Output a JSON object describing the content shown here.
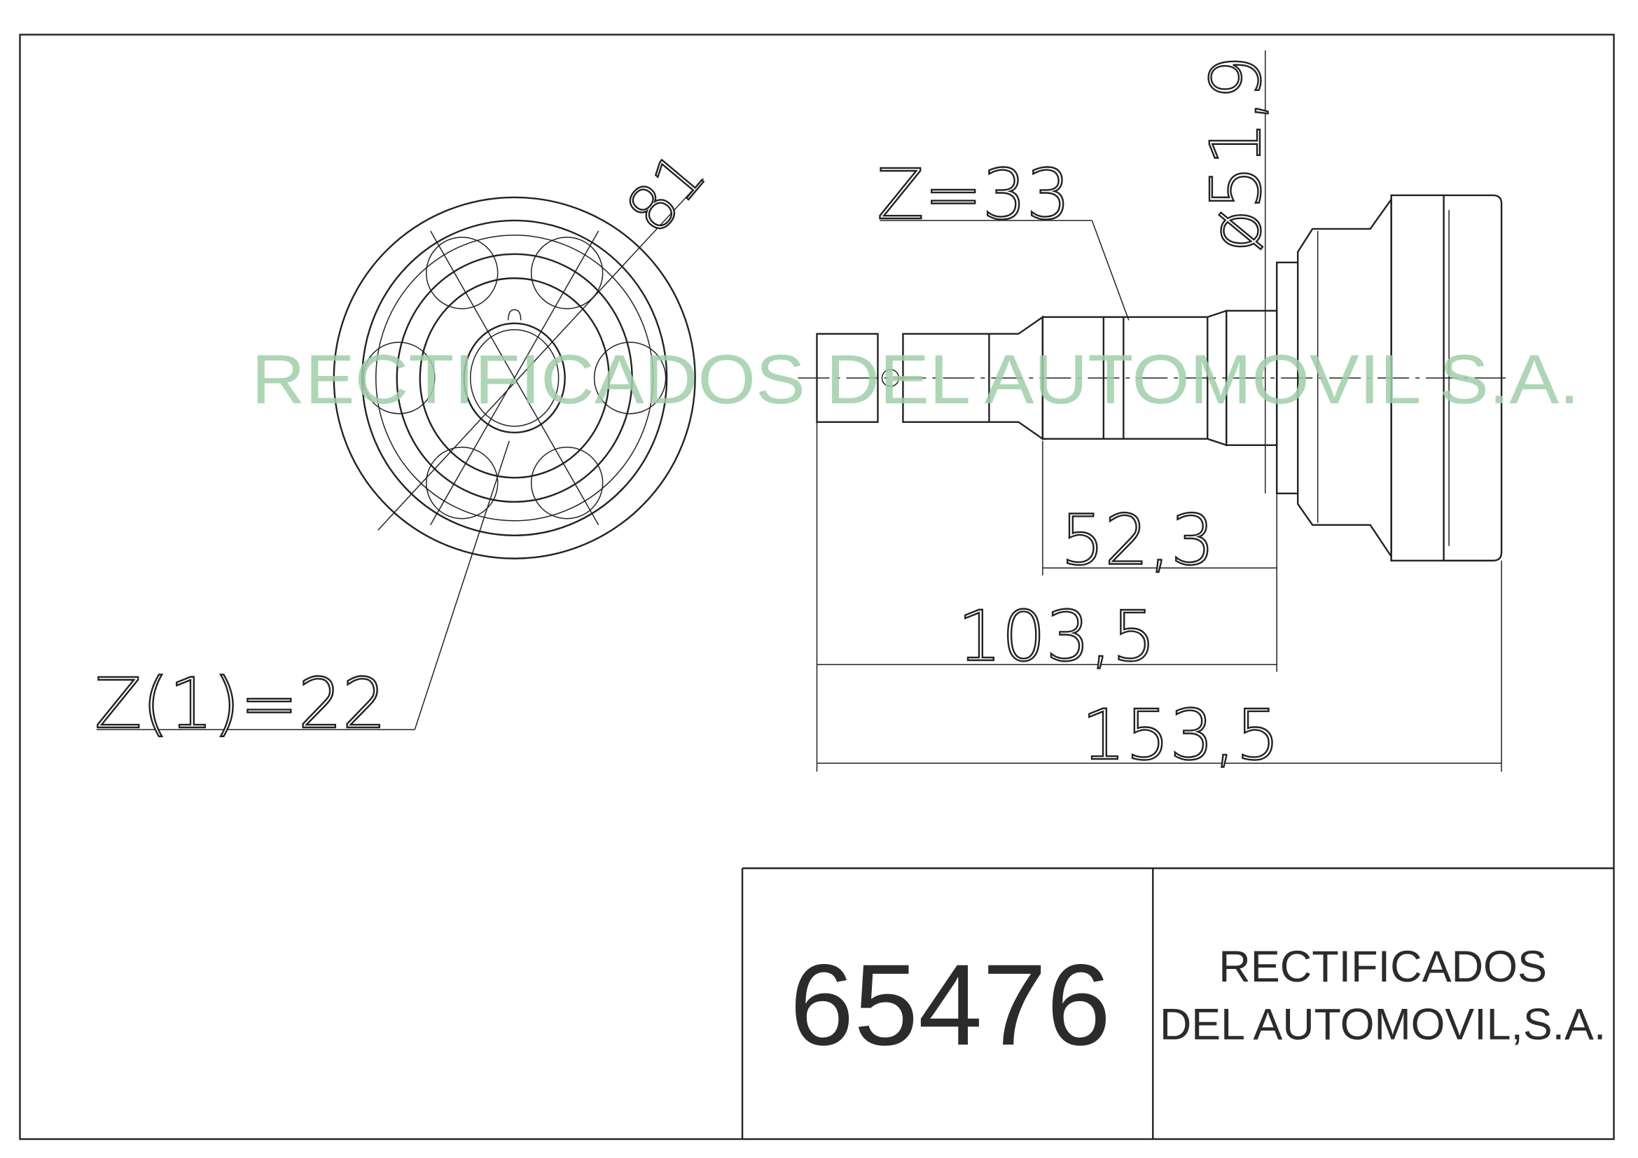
{
  "drawing": {
    "dimensions": {
      "diameter_81": "81",
      "teeth_outer": "Z=33",
      "diameter_51_9": "ø51,9",
      "length_52_3": "52,3",
      "length_103_5": "103,5",
      "length_153_5": "153,5",
      "teeth_inner": "Z(1)=22"
    },
    "watermark": "RECTIFICADOS DEL AUTOMOVIL S.A."
  },
  "title_block": {
    "part_number": "65476",
    "company_line1": "RECTIFICADOS",
    "company_line2": "DEL AUTOMOVIL,S.A."
  }
}
